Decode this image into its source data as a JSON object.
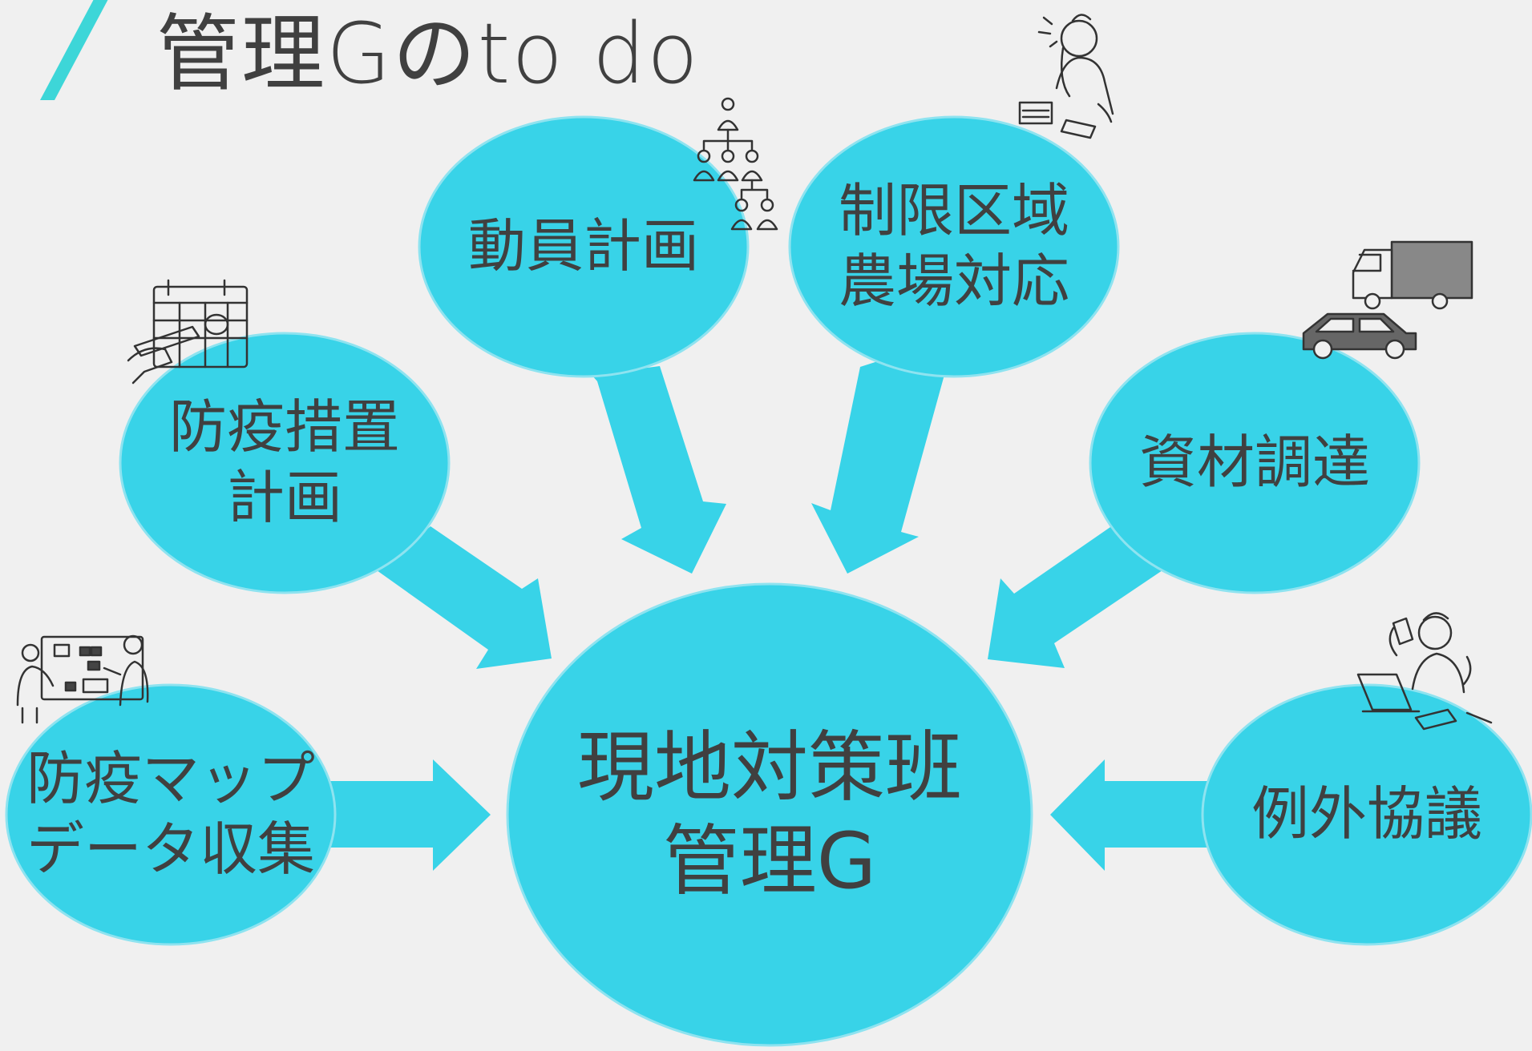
{
  "title": "管理Gのto do",
  "colors": {
    "accent": "#3dd6d8",
    "node_fill": "#38d3e8",
    "node_stroke": "#8ee3f0",
    "text": "#404040",
    "background": "#f0f0f0"
  },
  "center": {
    "line1": "現地対策班",
    "line2": "管理G"
  },
  "nodes": {
    "mobilization": {
      "line1": "動員計画",
      "icon": "org-chart-icon"
    },
    "restricted_area": {
      "line1": "制限区域",
      "line2": "農場対応",
      "icon": "phone-call-person-icon"
    },
    "quarantine_plan": {
      "line1": "防疫措置",
      "line2": "計画",
      "icon": "calendar-icon"
    },
    "materials": {
      "line1": "資材調達",
      "icon": "vehicles-icon"
    },
    "map_data": {
      "line1": "防疫マップ",
      "line2": "データ収集",
      "icon": "whiteboard-meeting-icon"
    },
    "exception": {
      "line1": "例外協議",
      "icon": "busy-worker-icon"
    }
  }
}
